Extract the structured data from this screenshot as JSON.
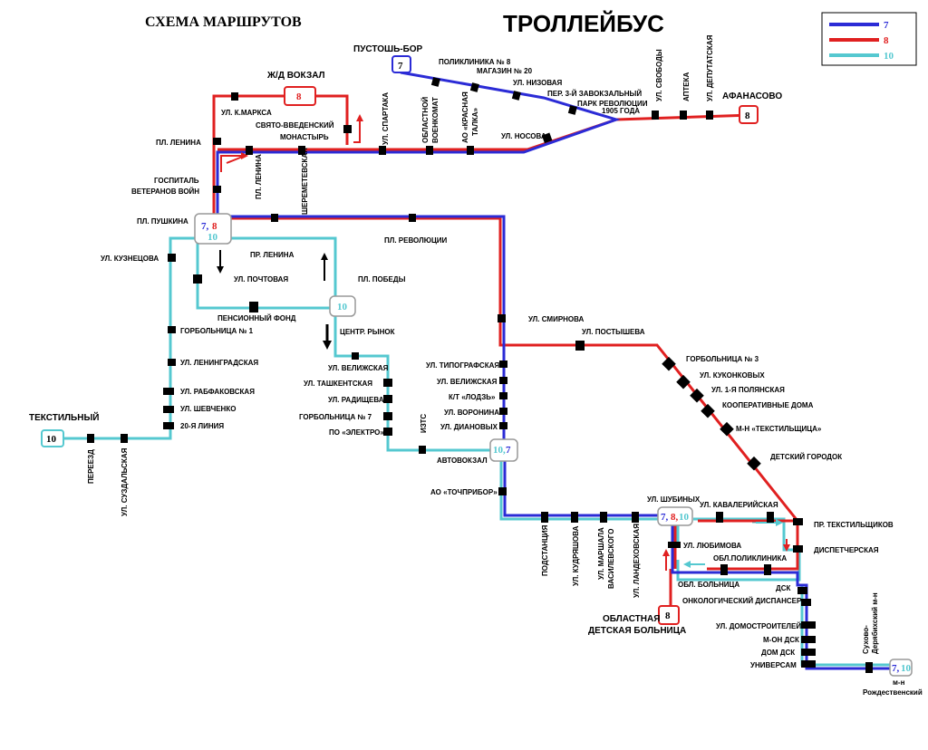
{
  "header": {
    "scheme_title": "СХЕМА  МАРШРУТОВ",
    "main_title": "ТРОЛЛЕЙБУС"
  },
  "legend": [
    {
      "route": "7",
      "color": "#2b2bd6"
    },
    {
      "route": "8",
      "color": "#e02020"
    },
    {
      "route": "10",
      "color": "#55c8d0"
    }
  ],
  "colors": {
    "route7": "#2b2bd6",
    "route8": "#e02020",
    "route10": "#55c8d0",
    "stop": "#000000"
  },
  "terminals": {
    "pustosh_bor": "ПУСТОШЬ-БОР",
    "zhd_vokzal": "Ж/Д ВОКЗАЛ",
    "afanasovo": "АФАНАСОВО",
    "tekstilny": "ТЕКСТИЛЬНЫЙ",
    "oblastnaya_1": "ОБЛАСТНАЯ",
    "oblastnaya_2": "ДЕТСКАЯ БОЛЬНИЦА",
    "rozhd_1": "Сухово-",
    "rozhd_2": "Дерябихский м-н",
    "rozhd_3": "м-н",
    "rozhd_4": "Рождественский"
  },
  "badges": {
    "b7_top": "7",
    "b8_vokzal": "8",
    "b8_afan": "8",
    "b10_tekst": "10",
    "b8_obl": "8",
    "hub_pushkina_7": "7,",
    "hub_pushkina_8": "8",
    "hub_pushkina_10": "10",
    "hub_pobedy_10": "10",
    "hub_avto_10": "10,",
    "hub_avto_7": "7",
    "hub_shub_7": "7,",
    "hub_shub_8": "8,",
    "hub_shub_10": "10",
    "hub_rozhd_7": "7,",
    "hub_rozhd_10": "10"
  },
  "stops": {
    "pl_lenina": "ПЛ. ЛЕНИНА",
    "gospital_1": "ГОСПИТАЛЬ",
    "gospital_2": "ВЕТЕРАНОВ ВОЙН",
    "pl_pushkina": "ПЛ. ПУШКИНА",
    "kmarksa": "УЛ. К.МАРКСА",
    "svyato_1": "СВЯТО-ВВЕДЕНСКИЙ",
    "svyato_2": "МОНАСТЫРЬ",
    "pl_lenina_v": "ПЛ. ЛЕНИНА",
    "sheremet": "ШЕРЕМЕТЕВСКАЯ",
    "spartaka": "УЛ. СПАРТАКА",
    "voenkomat_1": "ОБЛАСТНОЙ",
    "voenkomat_2": "ВОЕНКОМАТ",
    "kr_talka_1": "АО «КРАСНАЯ",
    "kr_talka_2": "ТАЛКА»",
    "nosova": "УЛ. НОСОВА",
    "poliklinika8": "ПОЛИКЛИНИКА № 8",
    "magazin20": "МАГАЗИН № 20",
    "nizovaya": "УЛ. НИЗОВАЯ",
    "zavokz": "ПЕР. 3-Й ЗАВОКЗАЛЬНЫЙ",
    "park_1": "ПАРК РЕВОЛЮЦИИ",
    "park_2": "1905 ГОДА",
    "svobody": "УЛ. СВОБОДЫ",
    "apteka": "АПТЕКА",
    "deputat": "УЛ. ДЕПУТАТСКАЯ",
    "kuznetsova": "УЛ. КУЗНЕЦОВА",
    "gorb1": "ГОРБОЛЬНИЦА № 1",
    "leningr": "УЛ. ЛЕНИНГРАДСКАЯ",
    "rabfak": "УЛ. РАБФАКОВСКАЯ",
    "shevchenko": "УЛ. ШЕВЧЕНКО",
    "liniya20": "20-Я ЛИНИЯ",
    "pereezd": "ПЕРЕЕЗД",
    "suzdal": "УЛ. СУЗДАЛЬСКАЯ",
    "pr_lenina": "ПР. ЛЕНИНА",
    "pochtovaya": "УЛ. ПОЧТОВАЯ",
    "pensfond": "ПЕНСИОННЫЙ ФОНД",
    "pl_pobedy": "ПЛ. ПОБЕДЫ",
    "pl_revol": "ПЛ. РЕВОЛЮЦИИ",
    "centr_rynok": "ЦЕНТР. РЫНОК",
    "velizh1": "УЛ. ВЕЛИЖСКАЯ",
    "tashkent": "УЛ. ТАШКЕНТСКАЯ",
    "radisheva": "УЛ. РАДИЩЕВА",
    "gorb7": "ГОРБОЛЬНИЦА № 7",
    "elektro": "ПО «ЭЛЕКТРО»",
    "izts": "ИЗТС",
    "avtovokzal": "АВТОВОКЗАЛ",
    "smirnova": "УЛ. СМИРНОВА",
    "tipogr": "УЛ. ТИПОГРАФСКАЯ",
    "velizh2": "УЛ. ВЕЛИЖСКАЯ",
    "lodz": "К/Т «ЛОДЗЬ»",
    "voronina": "УЛ. ВОРОНИНА",
    "dianovyh": "УЛ. ДИАНОВЫХ",
    "tochpribor": "АО «ТОЧПРИБОР»",
    "postysheva": "УЛ. ПОСТЫШЕВА",
    "gorb3": "ГОРБОЛЬНИЦА № 3",
    "kukonk": "УЛ. КУКОНКОВЫХ",
    "polyansk": "УЛ. 1-Я ПОЛЯНСКАЯ",
    "koop_doma": "КООПЕРАТИВНЫЕ ДОМА",
    "tekstilsh": "М-Н «ТЕКСТИЛЬЩИЦА»",
    "det_gorod": "ДЕТСКИЙ ГОРОДОК",
    "shubinyh": "УЛ. ШУБИНЫХ",
    "kavaler": "УЛ. КАВАЛЕРИЙСКАЯ",
    "pr_tekst": "ПР. ТЕКСТИЛЬЩИКОВ",
    "dispetch": "ДИСПЕТЧЕРСКАЯ",
    "podstan": "ПОДСТАНЦИЯ",
    "kudryash": "УЛ. КУДРЯШОВА",
    "vasil_1": "УЛ. МАРШАЛА",
    "vasil_2": "ВАСИЛЕВСКОГО",
    "landekh": "УЛ. ЛАНДЕХОВСКАЯ",
    "lyubimova": "УЛ. ЛЮБИМОВА",
    "obl_polikl": "ОБЛ.ПОЛИКЛИНИКА",
    "obl_boln": "ОБЛ. БОЛЬНИЦА",
    "dsk": "ДСК",
    "onko": "ОНКОЛОГИЧЕСКИЙ ДИСПАНСЕР",
    "domostr": "УЛ. ДОМОСТРОИТЕЛЕЙ",
    "mn_dsk": "М-ОН ДСК",
    "dom_dsk": "ДОМ ДСК",
    "universam": "УНИВЕРСАМ"
  }
}
